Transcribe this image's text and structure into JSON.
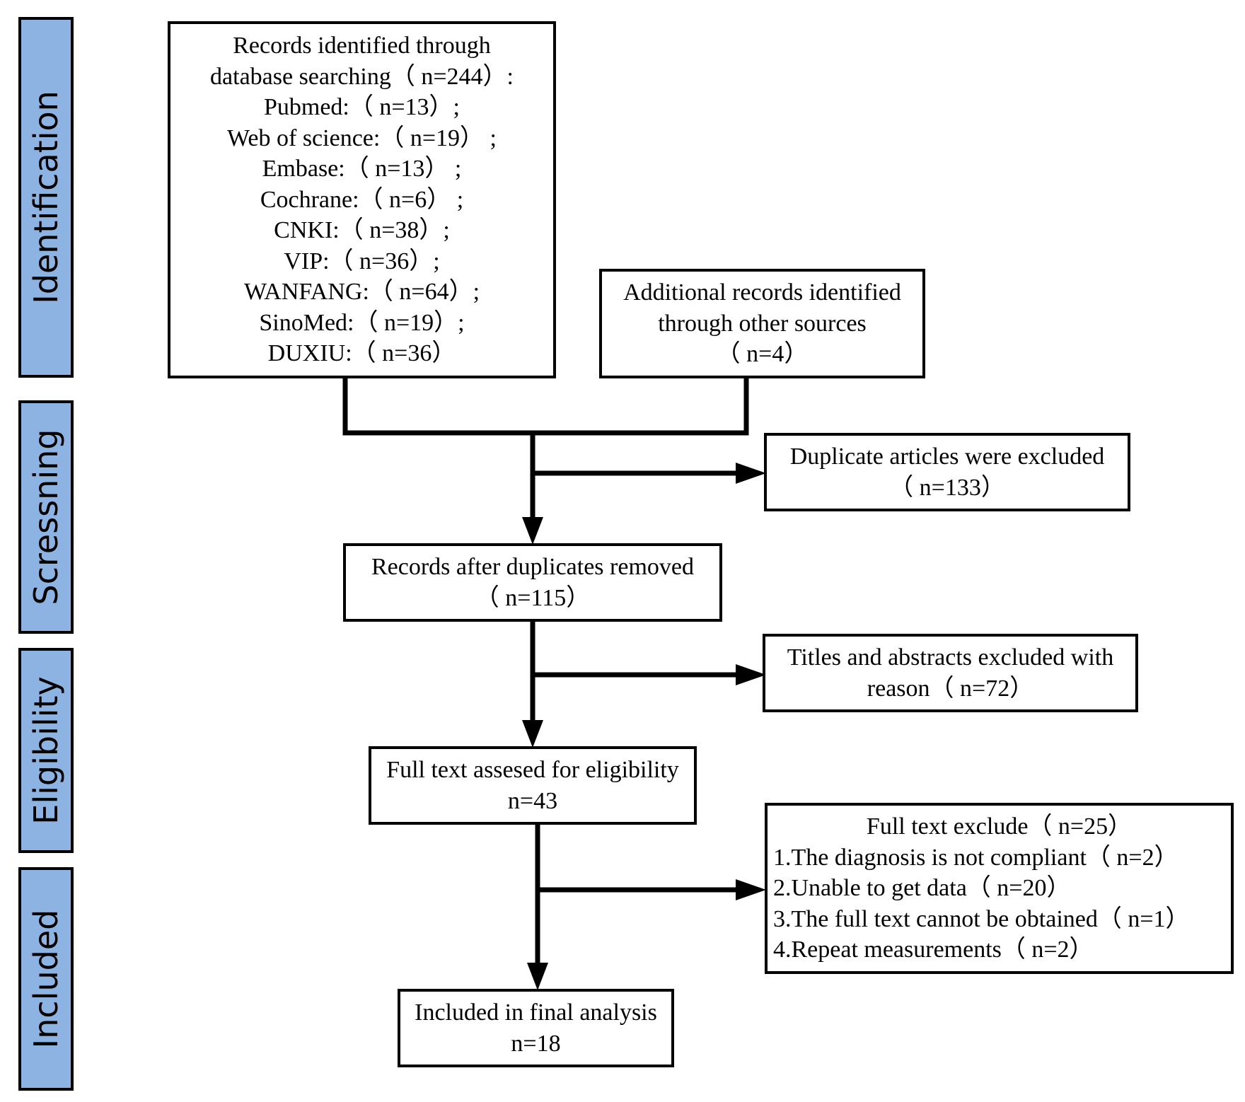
{
  "stages": [
    {
      "key": "identification",
      "label": "Identification"
    },
    {
      "key": "screening",
      "label": "Scressning"
    },
    {
      "key": "eligibility",
      "label": "Eligibility"
    },
    {
      "key": "included",
      "label": "Included"
    }
  ],
  "boxes": {
    "database_search": {
      "lines": [
        "Records identified through",
        "database searching（ n=244）:",
        "Pubmed:（ n=13）;",
        "Web of science:（ n=19） ;",
        "Embase:（ n=13） ;",
        "Cochrane:（ n=6） ;",
        "CNKI:（ n=38）;",
        "VIP:（ n=36）;",
        "WANFANG:（ n=64）;",
        "SinoMed:（ n=19）;",
        "DUXIU:（ n=36）"
      ]
    },
    "other_sources": {
      "lines": [
        "Additional records identified",
        "through other sources",
        "（ n=4）"
      ]
    },
    "duplicates_excluded": {
      "lines": [
        "Duplicate articles were excluded",
        "（ n=133）"
      ]
    },
    "after_duplicates": {
      "lines": [
        "Records after duplicates removed",
        "（ n=115）"
      ]
    },
    "titles_abstracts_excluded": {
      "lines": [
        "Titles and abstracts excluded with",
        "reason（ n=72）"
      ]
    },
    "full_text_assessed": {
      "lines": [
        "Full text assesed for eligibility",
        "n=43"
      ]
    },
    "full_text_excluded": {
      "lines": [
        "Full text exclude（ n=25）",
        "1.The diagnosis is not compliant（ n=2）",
        "2.Unable to get data（ n=20）",
        "3.The full text cannot be obtained（ n=1）",
        "4.Repeat measurements（ n=2）"
      ]
    },
    "final_analysis": {
      "lines": [
        "Included in final analysis",
        "n=18"
      ]
    }
  }
}
